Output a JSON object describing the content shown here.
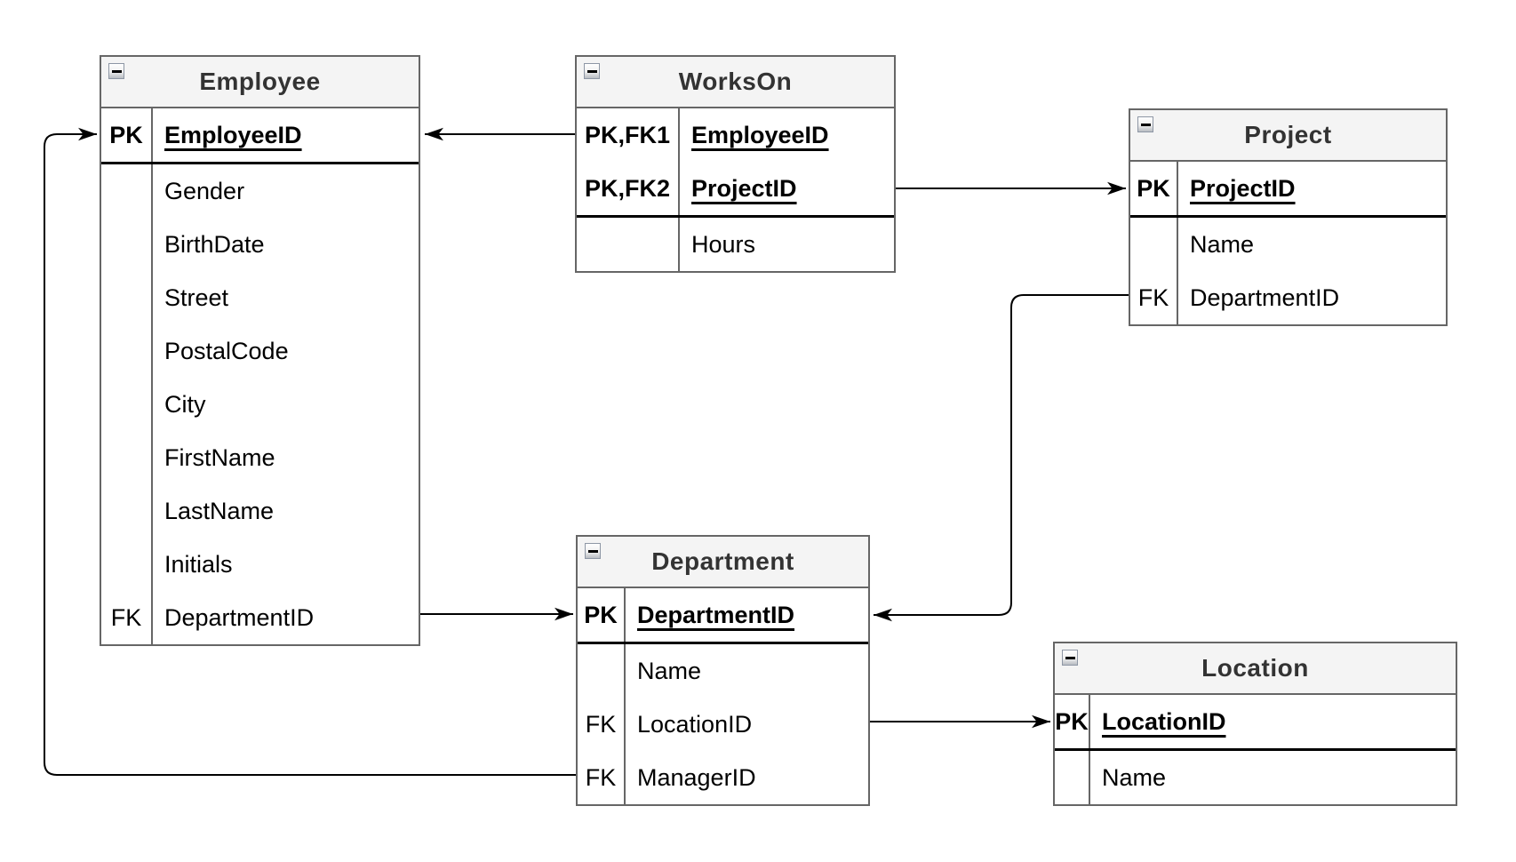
{
  "diagram_type": "entity-relationship-diagram",
  "colors": {
    "background": "#ffffff",
    "header_bg": "#f4f4f4",
    "border": "#666666",
    "title_text": "#333333",
    "row_text": "#000000",
    "connector": "#000000"
  },
  "icons": {
    "collapse_icon": "minus-box"
  },
  "tables": {
    "employee": {
      "title": "Employee",
      "rows": [
        {
          "key": "PK",
          "field": "EmployeeID"
        },
        {
          "key": "",
          "field": "Gender"
        },
        {
          "key": "",
          "field": "BirthDate"
        },
        {
          "key": "",
          "field": "Street"
        },
        {
          "key": "",
          "field": "PostalCode"
        },
        {
          "key": "",
          "field": "City"
        },
        {
          "key": "",
          "field": "FirstName"
        },
        {
          "key": "",
          "field": "LastName"
        },
        {
          "key": "",
          "field": "Initials"
        },
        {
          "key": "FK",
          "field": "DepartmentID"
        }
      ]
    },
    "workson": {
      "title": "WorksOn",
      "rows": [
        {
          "key": "PK,FK1",
          "field": "EmployeeID"
        },
        {
          "key": "PK,FK2",
          "field": "ProjectID"
        },
        {
          "key": "",
          "field": "Hours"
        }
      ]
    },
    "project": {
      "title": "Project",
      "rows": [
        {
          "key": "PK",
          "field": "ProjectID"
        },
        {
          "key": "",
          "field": "Name"
        },
        {
          "key": "FK",
          "field": "DepartmentID"
        }
      ]
    },
    "department": {
      "title": "Department",
      "rows": [
        {
          "key": "PK",
          "field": "DepartmentID"
        },
        {
          "key": "",
          "field": "Name"
        },
        {
          "key": "FK",
          "field": "LocationID"
        },
        {
          "key": "FK",
          "field": "ManagerID"
        }
      ]
    },
    "location": {
      "title": "Location",
      "rows": [
        {
          "key": "PK",
          "field": "LocationID"
        },
        {
          "key": "",
          "field": "Name"
        }
      ]
    }
  },
  "relationships": [
    {
      "from": "WorksOn.EmployeeID",
      "to": "Employee.EmployeeID"
    },
    {
      "from": "WorksOn.ProjectID",
      "to": "Project.ProjectID"
    },
    {
      "from": "Project.DepartmentID",
      "to": "Department.DepartmentID"
    },
    {
      "from": "Employee.DepartmentID",
      "to": "Department.DepartmentID"
    },
    {
      "from": "Department.LocationID",
      "to": "Location.LocationID"
    },
    {
      "from": "Department.ManagerID",
      "to": "Employee.EmployeeID"
    }
  ]
}
